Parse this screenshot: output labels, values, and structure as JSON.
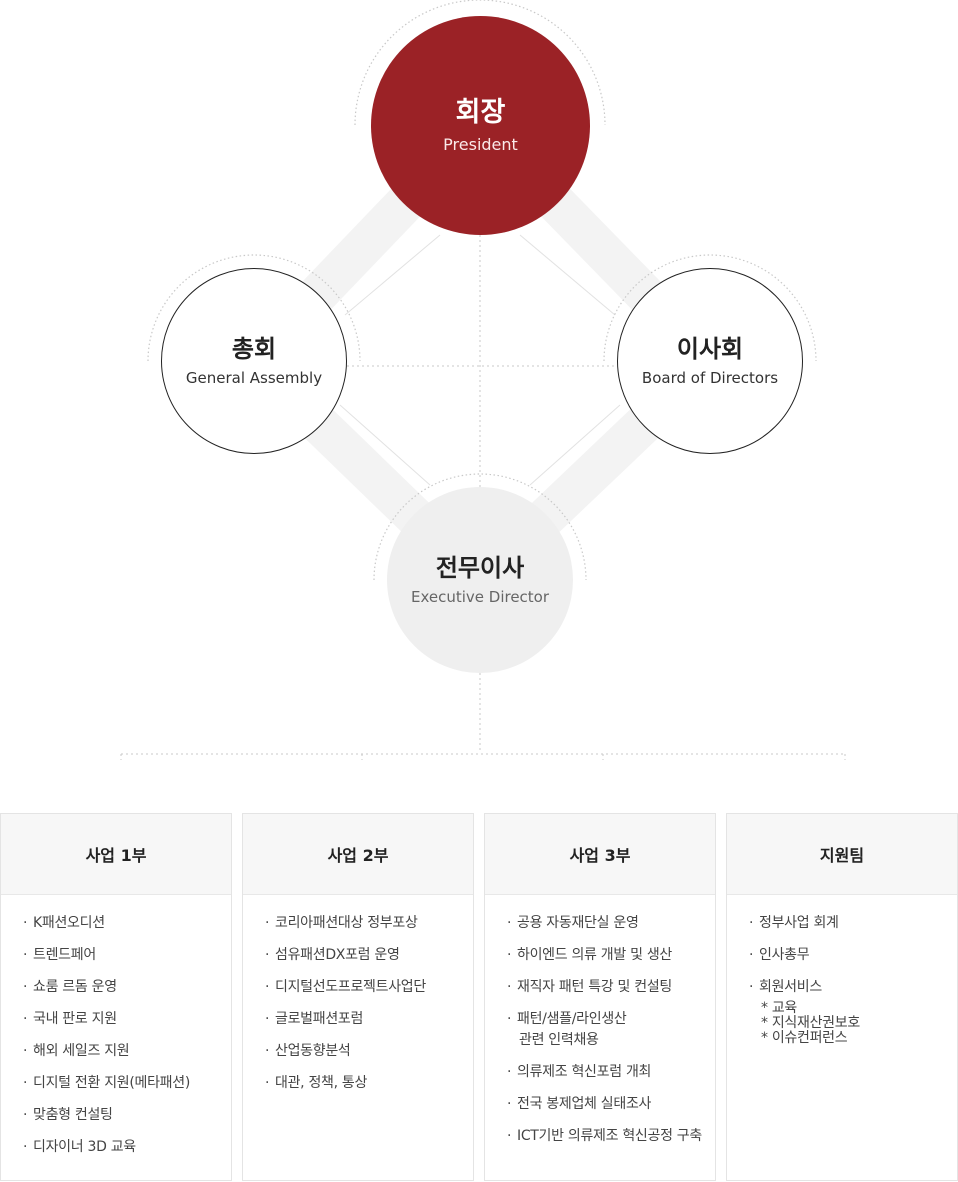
{
  "nodes": {
    "president": {
      "ko": "회장",
      "en": "President",
      "color": "#9b2226"
    },
    "assembly": {
      "ko": "총회",
      "en": "General Assembly"
    },
    "board": {
      "ko": "이사회",
      "en": "Board of Directors"
    },
    "exec": {
      "ko": "전무이사",
      "en": "Executive Director"
    }
  },
  "departments": [
    {
      "title": "사업 1부",
      "items": [
        "K패션오디션",
        "트렌드페어",
        "쇼룸 르돔 운영",
        "국내 판로 지원",
        "해외 세일즈 지원",
        "디지털 전환 지원(메타패션)",
        "맞춤형 컨설팅",
        "디자이너 3D 교육"
      ]
    },
    {
      "title": "사업 2부",
      "items": [
        "코리아패션대상 정부포상",
        "섬유패션DX포럼 운영",
        "디지털선도프로젝트사업단",
        "글로벌패션포럼",
        "산업동향분석",
        "대관, 정책, 통상"
      ]
    },
    {
      "title": "사업 3부",
      "items": [
        "공용 자동재단실 운영",
        "하이엔드 의류 개발 및 생산",
        "재직자 패턴 특강 및 컨설팅",
        "패턴/샘플/라인생산",
        "의류제조 혁신포럼 개최",
        "전국 봉제업체 실태조사",
        "ICT기반 의류제조 혁신공정 구축"
      ],
      "item4_line2": "관련 인력채용"
    },
    {
      "title": "지원팀",
      "items": [
        "정부사업 회계",
        "인사총무",
        "회원서비스"
      ],
      "subitems": [
        "* 교육",
        "* 지식재산권보호",
        "* 이슈컨퍼런스"
      ]
    }
  ]
}
